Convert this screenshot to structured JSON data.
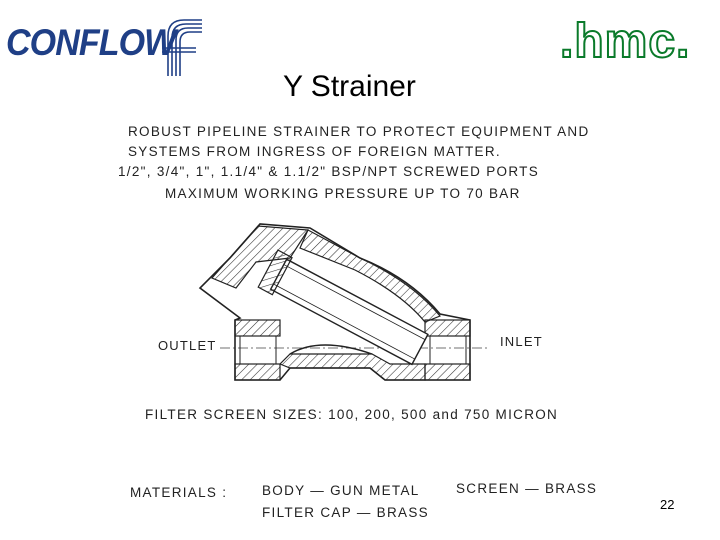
{
  "brand": {
    "conflow": "CONFLOW",
    "hmc": ".hmc."
  },
  "slide": {
    "title": "Y Strainer",
    "page_number": "22"
  },
  "description": {
    "line1": "ROBUST PIPELINE STRAINER TO PROTECT EQUIPMENT AND",
    "line2": "SYSTEMS FROM INGRESS OF FOREIGN MATTER.",
    "line3": "1/2\", 3/4\", 1\", 1.1/4\" & 1.1/2\" BSP/NPT SCREWED PORTS",
    "line4": "MAXIMUM WORKING PRESSURE UP TO 70 BAR"
  },
  "drawing": {
    "outlet_label": "OUTLET",
    "inlet_label": "INLET"
  },
  "filter": {
    "sizes": "FILTER SCREEN SIZES: 100, 200, 500 and 750 MICRON"
  },
  "materials": {
    "heading": "MATERIALS :",
    "body": "BODY — GUN METAL",
    "screen": "SCREEN — BRASS",
    "filter_cap": "FILTER CAP — BRASS"
  }
}
